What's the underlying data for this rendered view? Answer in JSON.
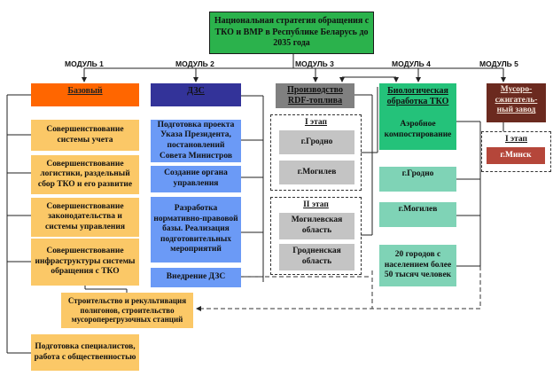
{
  "title": "Национальная стратегия обращения с ТКО и ВМР в Республике Беларусь до 2035 года",
  "colors": {
    "title_bg": "#2bb24c",
    "module1_header": "#ff6600",
    "module1_items": "#fbc867",
    "module2_header": "#333399",
    "module2_items": "#6b9af6",
    "module3_header": "#808080",
    "module3_items": "#c4c4c4",
    "module4_header": "#24c27a",
    "module4_items": "#7fd3b6",
    "module5_header": "#6b2a1f",
    "module5_items": "#b5463a"
  },
  "modules": [
    {
      "label": "МОДУЛЬ 1",
      "header": "Базовый",
      "items": [
        "Совершенствование системы учета",
        "Совершенствование логистики, раздельный сбор ТКО и его развитие",
        "Совершенствование законодательства и системы управления",
        "Совершенствование инфраструктуры системы обращения с ТКО",
        "Подготовка специалистов, работа с общественностью"
      ],
      "sub_item": "Строительство и рекультивация полигонов, строительство мусороперегрузочных станций"
    },
    {
      "label": "МОДУЛЬ 2",
      "header": "ДЗС",
      "items": [
        "Подготовка проекта Указа Президента, постановлений Совета Министров",
        "Создание органа управления",
        "Разработка нормативно-правовой базы. Реализация подготовительных мероприятий",
        "Внедрение ДЗС"
      ]
    },
    {
      "label": "МОДУЛЬ 3",
      "header": "Производство RDF-топлива",
      "stages": [
        {
          "title": "I этап",
          "items": [
            "г.Гродно",
            "г.Могилев"
          ]
        },
        {
          "title": "II этап",
          "items": [
            "Могилевская область",
            "Гродненская область"
          ]
        }
      ]
    },
    {
      "label": "МОДУЛЬ 4",
      "header": "Биологическая обработка ТКО",
      "header_sub": "Аэробное компостирование",
      "items": [
        "г.Гродно",
        "г.Могилев",
        "20 городов с населением более 50 тысяч человек"
      ]
    },
    {
      "label": "МОДУЛЬ 5",
      "header": "Мусоро-сжигатель-ный завод",
      "stages": [
        {
          "title": "I этап",
          "items": [
            "г.Минск"
          ]
        }
      ]
    }
  ]
}
